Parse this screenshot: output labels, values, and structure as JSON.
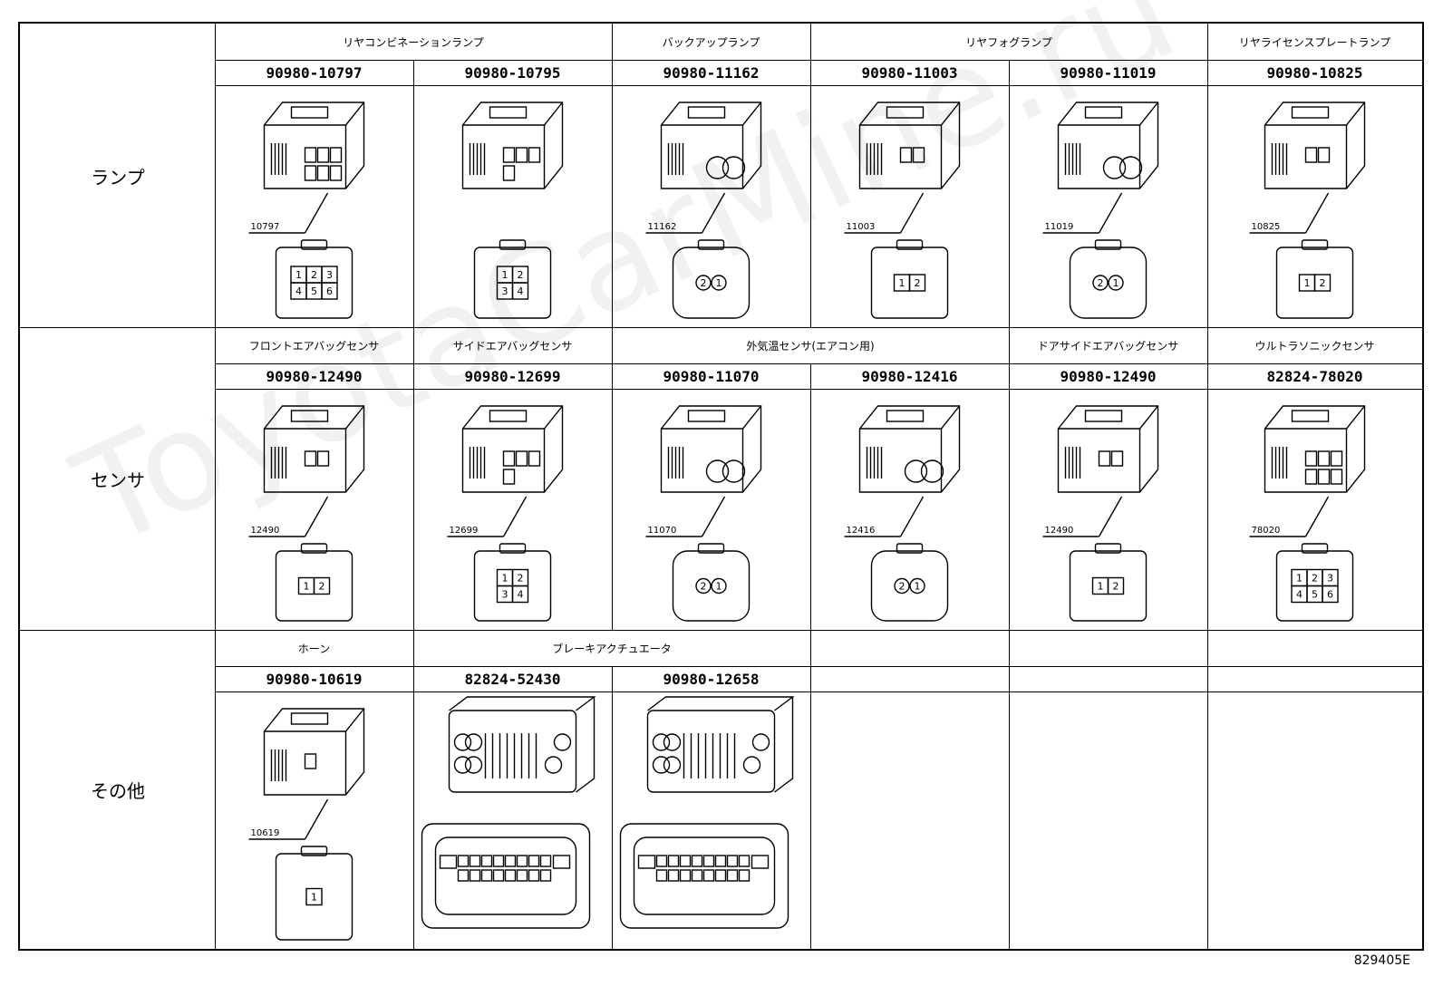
{
  "categories": [
    "ランプ",
    "センサ",
    "その他"
  ],
  "rows": [
    {
      "headers": [
        {
          "text": "リヤコンビネーションランプ",
          "span": [
            0,
            1
          ]
        },
        {
          "text": "バックアップランプ",
          "span": [
            2,
            2
          ]
        },
        {
          "text": "リヤフォグランプ",
          "span": [
            3,
            4
          ]
        },
        {
          "text": "リヤライセンスプレートランプ",
          "span": [
            5,
            5
          ]
        }
      ],
      "cells": [
        {
          "part": "90980-10797",
          "tag": "10797",
          "type": "rect",
          "pins": [
            "1",
            "2",
            "3",
            "4",
            "5",
            "6"
          ]
        },
        {
          "part": "90980-10795",
          "tag": "",
          "type": "rect",
          "pins": [
            "1",
            "2",
            "3",
            "4"
          ]
        },
        {
          "part": "90980-11162",
          "tag": "11162",
          "type": "round",
          "pins": [
            "2",
            "1"
          ]
        },
        {
          "part": "90980-11003",
          "tag": "11003",
          "type": "rect",
          "pins": [
            "1",
            "2"
          ]
        },
        {
          "part": "90980-11019",
          "tag": "11019",
          "type": "round",
          "pins": [
            "2",
            "1"
          ]
        },
        {
          "part": "90980-10825",
          "tag": "10825",
          "type": "rect",
          "pins": [
            "1",
            "2"
          ]
        }
      ]
    },
    {
      "headers": [
        {
          "text": "フロントエアバッグセンサ",
          "span": [
            0,
            0
          ]
        },
        {
          "text": "サイドエアバッグセンサ",
          "span": [
            1,
            1
          ]
        },
        {
          "text": "外気温センサ(エアコン用)",
          "span": [
            2,
            3
          ]
        },
        {
          "text": "ドアサイドエアバッグセンサ",
          "span": [
            4,
            4
          ]
        },
        {
          "text": "ウルトラソニックセンサ",
          "span": [
            5,
            5
          ]
        }
      ],
      "cells": [
        {
          "part": "90980-12490",
          "tag": "12490",
          "type": "rect",
          "pins": [
            "1",
            "2"
          ]
        },
        {
          "part": "90980-12699",
          "tag": "12699",
          "type": "rect",
          "pins": [
            "1",
            "2",
            "3",
            "4"
          ]
        },
        {
          "part": "90980-11070",
          "tag": "11070",
          "type": "round",
          "pins": [
            "2",
            "1"
          ]
        },
        {
          "part": "90980-12416",
          "tag": "12416",
          "type": "round",
          "pins": [
            "2",
            "1"
          ]
        },
        {
          "part": "90980-12490",
          "tag": "12490",
          "type": "rect",
          "pins": [
            "1",
            "2"
          ]
        },
        {
          "part": "82824-78020",
          "tag": "78020",
          "type": "rect",
          "pins": [
            "1",
            "2",
            "3",
            "4",
            "5",
            "6"
          ]
        }
      ]
    },
    {
      "headers": [
        {
          "text": "ホーン",
          "span": [
            0,
            0
          ]
        },
        {
          "text": "ブレーキアクチュエータ",
          "span": [
            1,
            2
          ]
        },
        {
          "text": "",
          "span": [
            3,
            3
          ]
        },
        {
          "text": "",
          "span": [
            4,
            4
          ]
        },
        {
          "text": "",
          "span": [
            5,
            5
          ]
        }
      ],
      "cells": [
        {
          "part": "90980-10619",
          "tag": "10619",
          "type": "rect",
          "pins": [
            "1"
          ]
        },
        {
          "part": "82824-52430",
          "tag": "",
          "type": "ecu",
          "pins": []
        },
        {
          "part": "90980-12658",
          "tag": "",
          "type": "ecu",
          "pins": []
        },
        {
          "part": "",
          "tag": "",
          "type": "empty",
          "pins": []
        },
        {
          "part": "",
          "tag": "",
          "type": "empty",
          "pins": []
        },
        {
          "part": "",
          "tag": "",
          "type": "empty",
          "pins": []
        }
      ]
    }
  ],
  "figure_code": "829405E"
}
